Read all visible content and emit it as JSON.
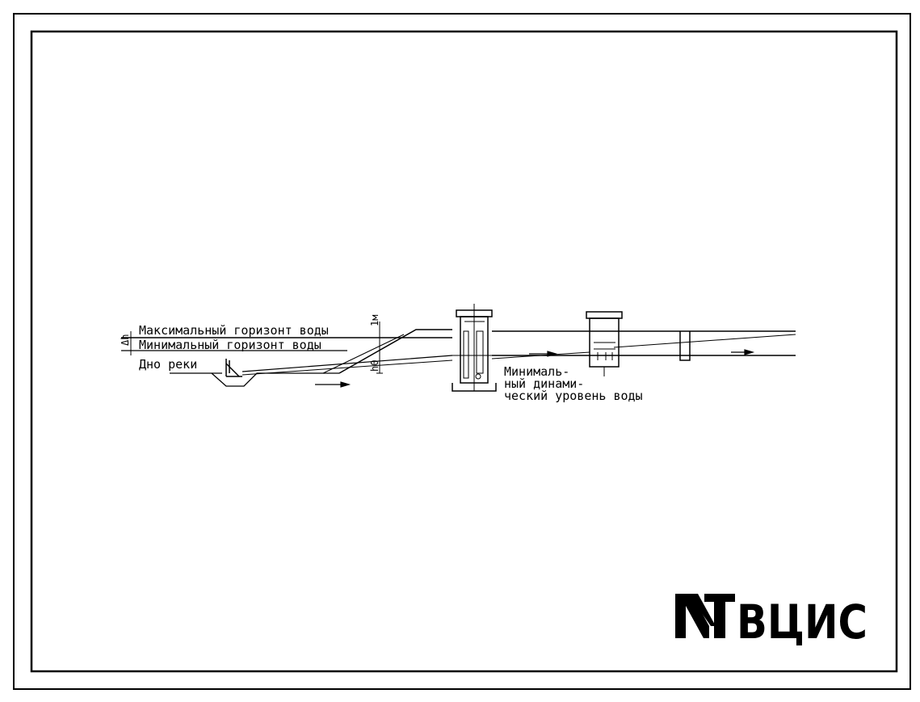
{
  "labels": {
    "max_water": "Максимальный горизонт воды",
    "min_water": "Минимальный горизонт воды",
    "river_bottom": "Дно реки",
    "dyn_level_1": "Минималь-",
    "dyn_level_2": "ный динами-",
    "dyn_level_3": "ческий уровень воды",
    "dim_dh": "Δh",
    "dim_1m": "1м",
    "dim_h0": "h0"
  },
  "logo": {
    "text": "ВЦИС"
  }
}
